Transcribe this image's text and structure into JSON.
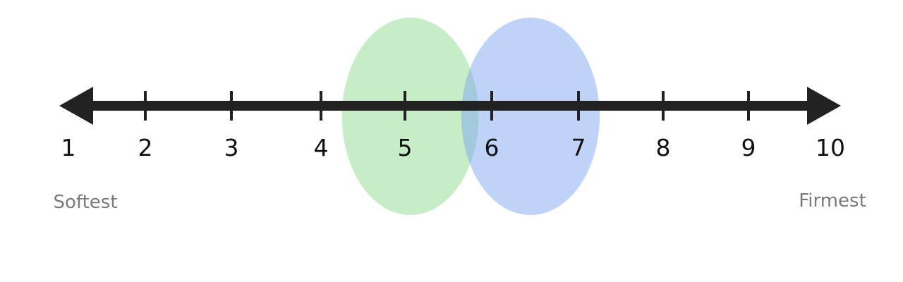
{
  "scale": {
    "min": 1,
    "max": 10,
    "ticks": [
      "1",
      "2",
      "3",
      "4",
      "5",
      "6",
      "7",
      "8",
      "9",
      "10"
    ],
    "left_label": "Softest",
    "right_label": "Firmest",
    "line_color": "#222222"
  },
  "ranges": [
    {
      "from": 4.25,
      "to": 5.85,
      "color": "#8fdc8f"
    },
    {
      "from": 5.65,
      "to": 7.25,
      "color": "#7fa6f2"
    }
  ]
}
